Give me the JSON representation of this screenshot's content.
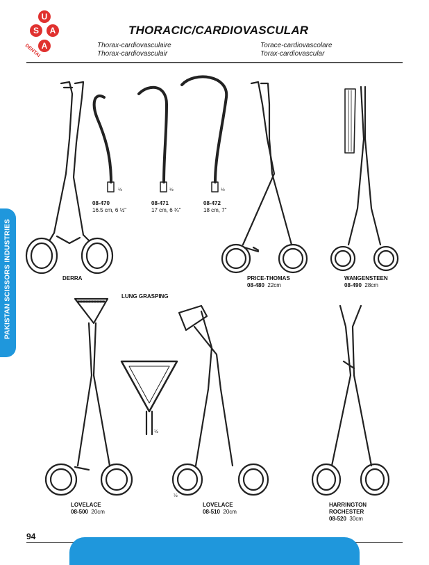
{
  "header": {
    "logo_letters": [
      "U",
      "S",
      "A",
      "A"
    ],
    "logo_ring": "DENTAL",
    "title": "THORACIC/CARDIOVASCULAR",
    "subtitles": [
      "Thorax-cardiovasculaire",
      "Thorax-cardiovasculair",
      "Torace-cardiovascolare",
      "Torax-cardiovascular"
    ]
  },
  "side_tab": "PAKISTAN SCISSORS INDUSTRIES",
  "section_labels": {
    "lung_grasping": "LUNG GRASPING"
  },
  "products": {
    "derra": {
      "name": "DERRA"
    },
    "p470": {
      "code": "08-470",
      "size": "16.5 cm, 6 ½\"",
      "scale": "½"
    },
    "p471": {
      "code": "08-471",
      "size": "17 cm, 6 ¾\"",
      "scale": "½"
    },
    "p472": {
      "code": "08-472",
      "size": "18 cm, 7\"",
      "scale": "½"
    },
    "p480": {
      "name": "PRICE-THOMAS",
      "code": "08-480",
      "size": "22cm"
    },
    "p490": {
      "name": "WANGENSTEEN",
      "code": "08-490",
      "size": "28cm"
    },
    "p500": {
      "name": "LOVELACE",
      "code": "08-500",
      "size": "20cm"
    },
    "p510": {
      "name": "LOVELACE",
      "code": "08-510",
      "size": "20cm",
      "scale": "½"
    },
    "p520": {
      "name_line1": "HARRINGTON",
      "name_line2": "ROCHESTER",
      "code": "08-520",
      "size": "30cm"
    },
    "lung_detail_scale": "½"
  },
  "footer": {
    "page_number": "94"
  },
  "colors": {
    "brand_blue": "#1f97dc",
    "logo_red": "#e0312f",
    "ink": "#111111"
  }
}
